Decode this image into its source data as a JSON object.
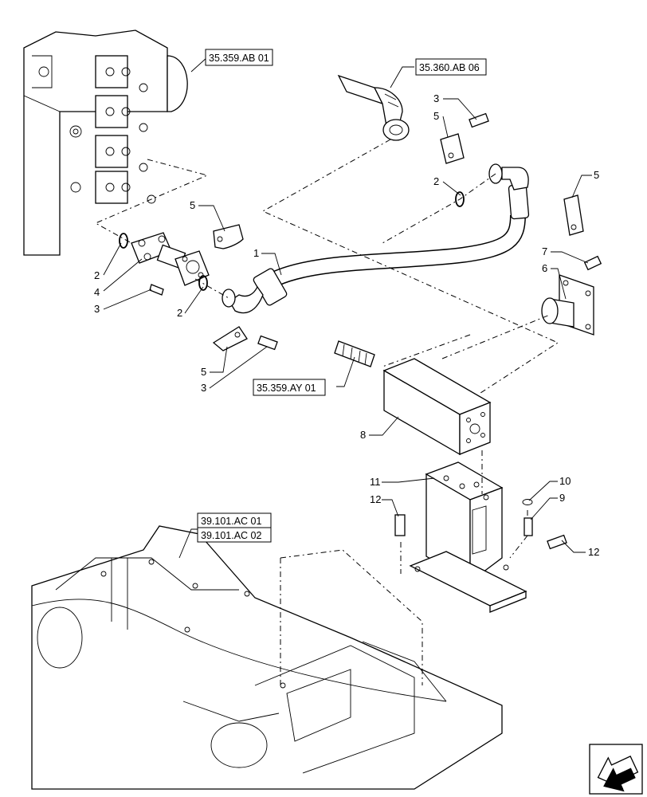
{
  "references": {
    "r1": "35.359.AB 01",
    "r2": "35.360.AB 06",
    "r3": "35.359.AY 01",
    "r4": "39.101.AC 01",
    "r5": "39.101.AC 02"
  },
  "callouts": {
    "c1": "1",
    "c2a": "2",
    "c2b": "2",
    "c2c": "2",
    "c3a": "3",
    "c3b": "3",
    "c3c": "3",
    "c4": "4",
    "c5a": "5",
    "c5b": "5",
    "c5c": "5",
    "c5d": "5",
    "c6": "6",
    "c7": "7",
    "c8": "8",
    "c9": "9",
    "c10": "10",
    "c11": "11",
    "c12a": "12",
    "c12b": "12"
  }
}
